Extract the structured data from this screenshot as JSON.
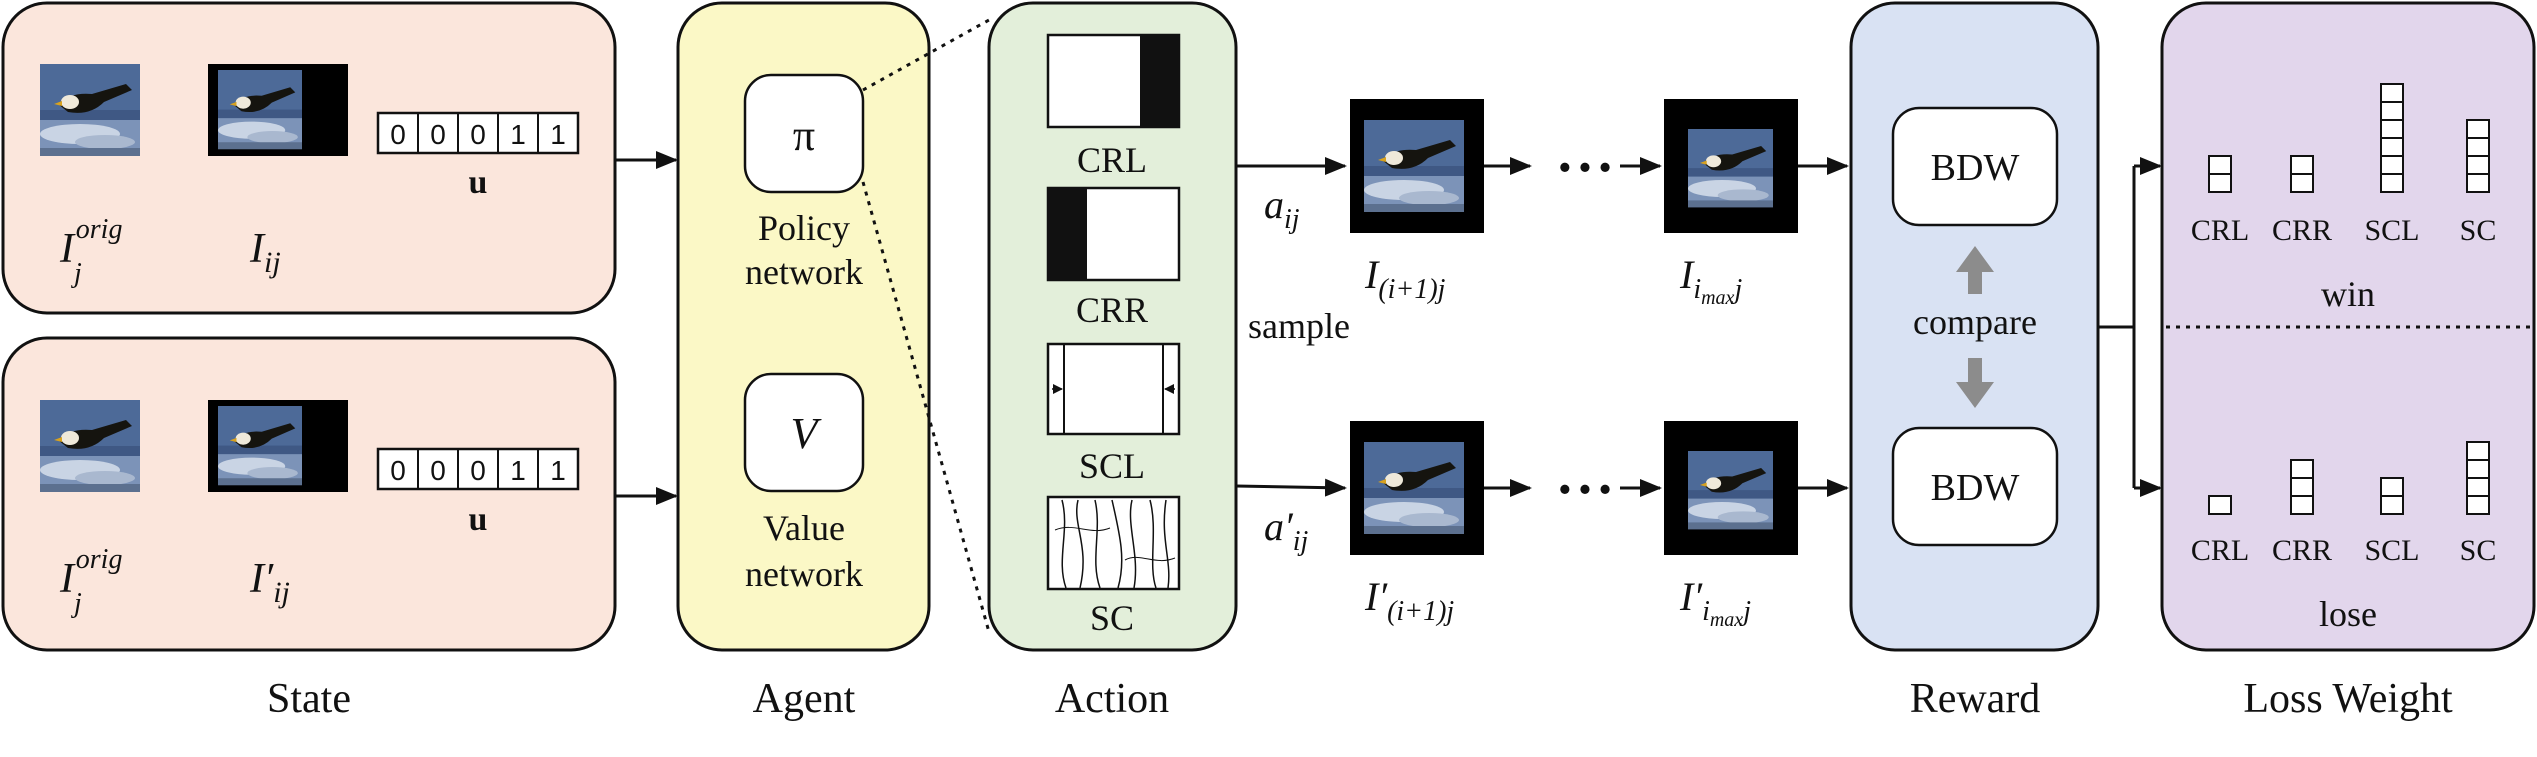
{
  "sections": {
    "state": "State",
    "agent": "Agent",
    "action": "Action",
    "reward": "Reward",
    "loss_weight": "Loss Weight"
  },
  "state_rows": [
    {
      "vector": [
        "0",
        "0",
        "0",
        "1",
        "1"
      ],
      "vector_label": "u",
      "img1_base": "I",
      "img1_sub": "j",
      "img1_sup": "orig",
      "img2_base": "I",
      "img2_sub": "ij",
      "img2_prime": ""
    },
    {
      "vector": [
        "0",
        "0",
        "0",
        "1",
        "1"
      ],
      "vector_label": "u",
      "img1_base": "I",
      "img1_sub": "j",
      "img1_sup": "orig",
      "img2_base": "I",
      "img2_sub": "ij",
      "img2_prime": "′"
    }
  ],
  "agent": {
    "policy_symbol": "π",
    "policy_line1": "Policy",
    "policy_line2": "network",
    "value_symbol": "V",
    "value_line1": "Value",
    "value_line2": "network"
  },
  "actions": [
    "CRL",
    "CRR",
    "SCL",
    "SC"
  ],
  "sample_label": "sample",
  "trajectories": [
    {
      "action_base": "a",
      "action_prime": "",
      "action_sub": "ij",
      "next_base": "I",
      "next_prime": "",
      "next_sub": "(i+1)j",
      "final_base": "I",
      "final_prime": "",
      "final_sub": "i",
      "final_subsub": "max",
      "final_sub_tail": "j"
    },
    {
      "action_base": "a",
      "action_prime": "′",
      "action_sub": "ij",
      "next_base": "I",
      "next_prime": "′",
      "next_sub": "(i+1)j",
      "final_base": "I",
      "final_prime": "′",
      "final_sub": "i",
      "final_subsub": "max",
      "final_sub_tail": "j"
    }
  ],
  "ellipsis": "• • •",
  "reward": {
    "top": "BDW",
    "bottom": "BDW",
    "compare": "compare"
  },
  "loss": {
    "win": {
      "label": "win",
      "categories": [
        "CRL",
        "CRR",
        "SCL",
        "SC"
      ],
      "counts": [
        2,
        2,
        6,
        4
      ]
    },
    "lose": {
      "label": "lose",
      "categories": [
        "CRL",
        "CRR",
        "SCL",
        "SC"
      ],
      "counts": [
        1,
        3,
        2,
        4
      ]
    }
  },
  "colors": {
    "state_fill": "#fbe6dc",
    "agent_fill": "#fbf8c6",
    "action_fill": "#e3efda",
    "reward_fill": "#d9e2f3",
    "loss_fill": "#e2d6ec",
    "compare_arrow": "#8c8c8c"
  }
}
